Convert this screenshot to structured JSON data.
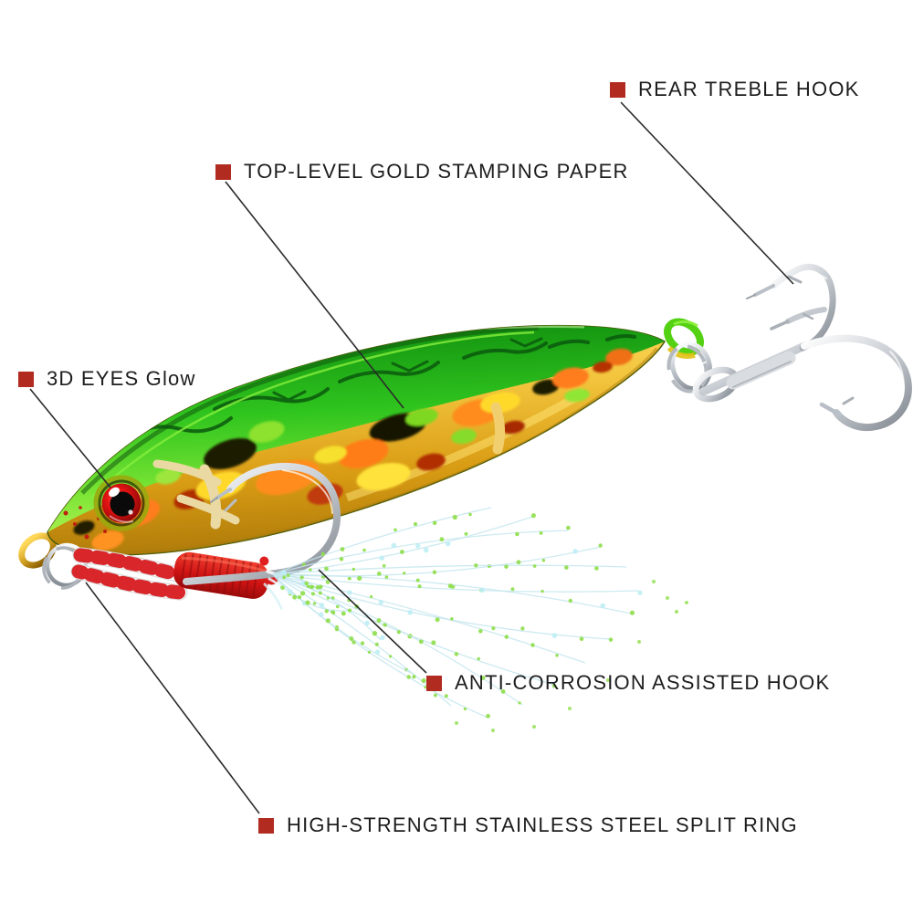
{
  "figure": {
    "type": "product-feature-diagram",
    "subject": "metal jig fishing lure"
  },
  "annotations": [
    {
      "id": "rear-treble-hook",
      "label": "REAR TREBLE HOOK"
    },
    {
      "id": "gold-stamping-paper",
      "label": "TOP-LEVEL GOLD STAMPING PAPER"
    },
    {
      "id": "3d-eyes",
      "label": "3D EYES Glow"
    },
    {
      "id": "assist-hook",
      "label": "ANTI-CORROSION ASSISTED HOOK"
    },
    {
      "id": "split-ring",
      "label": "HIGH-STRENGTH STAINLESS STEEL SPLIT RING"
    }
  ],
  "colors": {
    "background": "#ffffff",
    "bullet": "#b12b20",
    "label_text": "#1d1d1d",
    "leader_line": "#2b2b2b",
    "body_green": "#3ecb22",
    "body_gold": "#eec131",
    "pattern_orange": "#ff8c1e",
    "pattern_yellow": "#ffd92a",
    "eye_red": "#d91212",
    "thread_red": "#d81f1f",
    "cord_red": "#d8262a",
    "flash_dot_green": "#8ede4a",
    "hook_silver": "#c9ced4",
    "tail_loop_green": "#55d114"
  }
}
